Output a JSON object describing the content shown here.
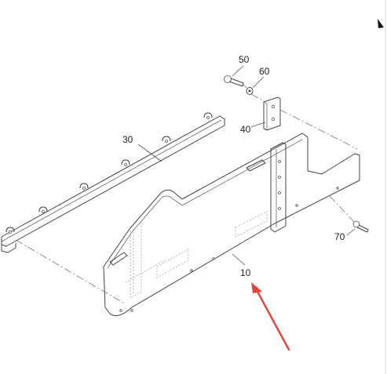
{
  "callouts": {
    "part_10": "10",
    "part_30": "30",
    "part_40": "40",
    "part_50": "50",
    "part_60": "60",
    "part_70": "70"
  },
  "colors": {
    "line": "#444444",
    "arrow": "#e8403a",
    "background": "#ffffff"
  }
}
